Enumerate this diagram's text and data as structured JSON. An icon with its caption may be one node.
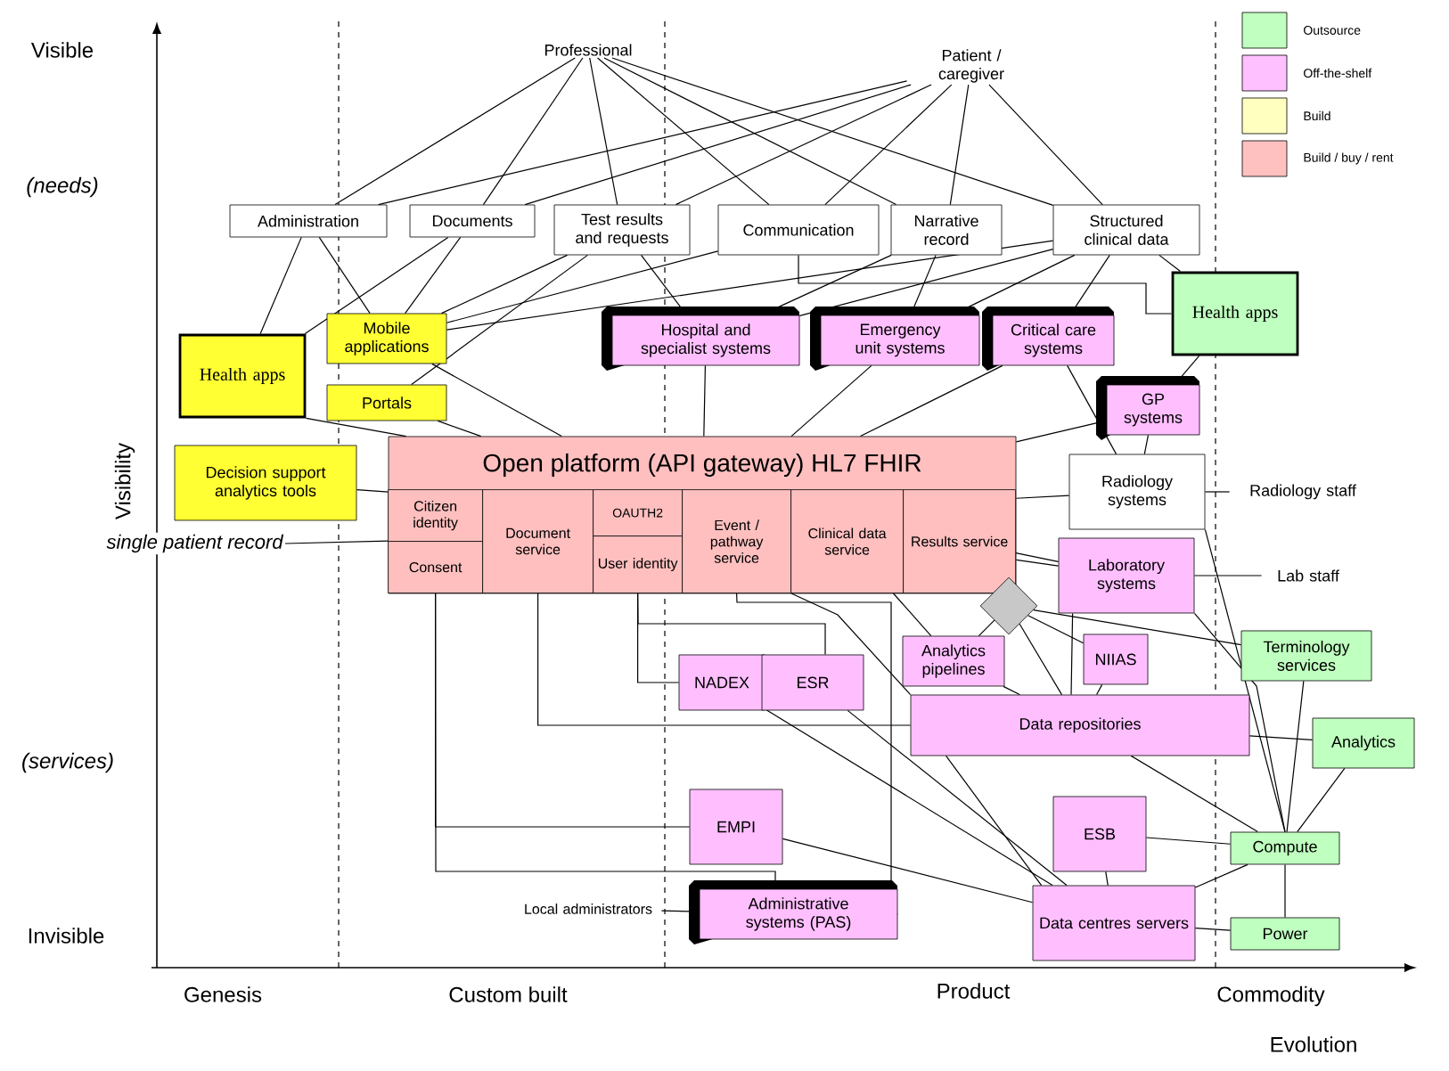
{
  "diagram": {
    "nodes": [
      {
        "text": [
          "Professional"
        ]
      },
      {
        "text": [
          "Patient / caregiver"
        ]
      },
      {
        "text": [
          "Administration"
        ]
      },
      {
        "text": [
          "Documents"
        ]
      },
      {
        "text": [
          "Test results and requests"
        ]
      },
      {
        "text": [
          "Communication"
        ]
      },
      {
        "text": [
          "Narrative record"
        ]
      },
      {
        "text": [
          "Structured clinical data"
        ]
      },
      {
        "text": [
          "Health apps"
        ]
      },
      {
        "text": [
          "Mobile applications"
        ]
      },
      {
        "text": [
          "Portals"
        ]
      },
      {
        "text": [
          "Hospital and specialist systems"
        ]
      },
      {
        "text": [
          "Emergency unit systems"
        ]
      },
      {
        "text": [
          "Critical care systems"
        ]
      },
      {
        "text": [
          "Health apps"
        ]
      },
      {
        "text": [
          "GP systems"
        ]
      },
      {
        "text": [
          "Decision support analytics tools"
        ]
      },
      {
        "text": [
          "Open platform (API gateway) HL7 FHIR"
        ]
      },
      {
        "text": [
          "Citizen identity"
        ],
        "in": 17
      },
      {
        "text": [
          "Consent"
        ],
        "in": 17
      },
      {
        "text": [
          "Document service"
        ],
        "in": 17
      },
      {
        "text": [
          "OAUTH2"
        ],
        "in": 17
      },
      {
        "text": [
          "User identity"
        ],
        "in": 17
      },
      {
        "text": [
          "Event / pathway service"
        ],
        "in": 17
      },
      {
        "text": [
          "Clinical data service"
        ],
        "in": 17
      },
      {
        "text": [
          "Results service"
        ],
        "in": 17
      },
      {
        "text": [
          "Radiology systems"
        ]
      },
      {
        "text": [
          "Radiology staff"
        ]
      },
      {
        "text": [
          "Laboratory systems"
        ]
      },
      {
        "text": [
          "Lab staff"
        ]
      },
      {
        "text": [],
        "shape": "diamond"
      },
      {
        "text": [
          "Analytics pipelines"
        ]
      },
      {
        "text": [
          "NIIAS"
        ]
      },
      {
        "text": [
          "Terminology services"
        ]
      },
      {
        "text": [
          "NADEX"
        ]
      },
      {
        "text": [
          "ESR"
        ]
      },
      {
        "text": [
          "Data repositories"
        ]
      },
      {
        "text": [
          "Analytics"
        ]
      },
      {
        "text": [
          "EMPI"
        ]
      },
      {
        "text": [
          "ESB"
        ]
      },
      {
        "text": [
          "Compute"
        ]
      },
      {
        "text": [
          "Local administrators"
        ]
      },
      {
        "text": [
          "Administrative systems (PAS)"
        ]
      },
      {
        "text": [
          "Data centres servers"
        ]
      },
      {
        "text": [
          "Power"
        ]
      },
      {
        "text": [
          "single patient record"
        ]
      }
    ],
    "edges": [
      {
        "from": 0,
        "to": 2,
        "arrow": "none"
      },
      {
        "from": 0,
        "to": 3,
        "arrow": "none"
      },
      {
        "from": 0,
        "to": 4,
        "arrow": "none"
      },
      {
        "from": 0,
        "to": 5,
        "arrow": "none"
      },
      {
        "from": 0,
        "to": 6,
        "arrow": "none"
      },
      {
        "from": 0,
        "to": 7,
        "arrow": "none"
      },
      {
        "from": 1,
        "to": 2,
        "arrow": "none"
      },
      {
        "from": 1,
        "to": 3,
        "arrow": "none"
      },
      {
        "from": 1,
        "to": 4,
        "arrow": "none"
      },
      {
        "from": 1,
        "to": 5,
        "arrow": "none"
      },
      {
        "from": 1,
        "to": 6,
        "arrow": "none"
      },
      {
        "from": 1,
        "to": 7,
        "arrow": "none"
      },
      {
        "from": 2,
        "to": 8,
        "arrow": "none"
      },
      {
        "from": 2,
        "to": 9,
        "arrow": "none"
      },
      {
        "from": 3,
        "to": 8,
        "arrow": "none"
      },
      {
        "from": 3,
        "to": 9,
        "arrow": "none"
      },
      {
        "from": 4,
        "to": 9,
        "arrow": "none"
      },
      {
        "from": 4,
        "to": 10,
        "arrow": "none"
      },
      {
        "from": 4,
        "to": 11,
        "arrow": "none"
      },
      {
        "from": 5,
        "to": 9,
        "arrow": "none"
      },
      {
        "from": 5,
        "to": 14,
        "arrow": "none"
      },
      {
        "from": 6,
        "to": 11,
        "arrow": "none"
      },
      {
        "from": 6,
        "to": 12,
        "arrow": "none"
      },
      {
        "from": 7,
        "to": 9,
        "arrow": "none"
      },
      {
        "from": 7,
        "to": 11,
        "arrow": "none"
      },
      {
        "from": 7,
        "to": 12,
        "arrow": "none"
      },
      {
        "from": 7,
        "to": 13,
        "arrow": "none"
      },
      {
        "from": 7,
        "to": 14,
        "arrow": "none"
      },
      {
        "from": 8,
        "to": 17,
        "arrow": "none"
      },
      {
        "from": 9,
        "to": 17,
        "arrow": "none"
      },
      {
        "from": 10,
        "to": 17,
        "arrow": "none"
      },
      {
        "from": 11,
        "to": 17,
        "arrow": "none"
      },
      {
        "from": 12,
        "to": 17,
        "arrow": "none"
      },
      {
        "from": 13,
        "to": 17,
        "arrow": "none"
      },
      {
        "from": 14,
        "to": 15,
        "arrow": "none"
      },
      {
        "from": 15,
        "to": 17,
        "arrow": "none"
      },
      {
        "from": 16,
        "to": 17,
        "arrow": "none"
      },
      {
        "from": 15,
        "to": 26,
        "arrow": "none"
      },
      {
        "from": 13,
        "to": 26,
        "arrow": "none"
      },
      {
        "from": 17,
        "to": 26,
        "arrow": "none"
      },
      {
        "from": 17,
        "to": 28,
        "arrow": "none"
      },
      {
        "from": 25,
        "to": 28,
        "arrow": "none"
      },
      {
        "from": 26,
        "to": 27,
        "arrow": "none"
      },
      {
        "from": 28,
        "to": 29,
        "arrow": "none"
      },
      {
        "from": 31,
        "to": 30,
        "arrow": "none"
      },
      {
        "from": 30,
        "to": 32,
        "arrow": "none"
      },
      {
        "from": 30,
        "to": 33,
        "arrow": "none"
      },
      {
        "from": 30,
        "to": 36,
        "arrow": "none"
      },
      {
        "from": 24,
        "to": 31,
        "arrow": "none"
      },
      {
        "from": 22,
        "to": 34,
        "arrow": "none"
      },
      {
        "from": 22,
        "to": 35,
        "arrow": "none"
      },
      {
        "from": 20,
        "to": 36,
        "arrow": "none"
      },
      {
        "from": 19,
        "to": 38,
        "arrow": "none"
      },
      {
        "from": 19,
        "to": 42,
        "arrow": "none"
      },
      {
        "from": 23,
        "to": 42,
        "arrow": "none"
      },
      {
        "from": 23,
        "to": 36,
        "arrow": "none"
      },
      {
        "from": 41,
        "to": 42,
        "arrow": "none"
      },
      {
        "from": 45,
        "to": 19,
        "arrow": "none"
      },
      {
        "from": 34,
        "to": 43,
        "arrow": "none"
      },
      {
        "from": 35,
        "to": 43,
        "arrow": "none"
      },
      {
        "from": 38,
        "to": 43,
        "arrow": "none"
      },
      {
        "from": 31,
        "to": 36,
        "arrow": "none"
      },
      {
        "from": 32,
        "to": 36,
        "arrow": "none"
      },
      {
        "from": 36,
        "to": 37,
        "arrow": "none"
      },
      {
        "from": 36,
        "to": 40,
        "arrow": "none"
      },
      {
        "from": 36,
        "to": 43,
        "arrow": "none"
      },
      {
        "from": 39,
        "to": 40,
        "arrow": "none"
      },
      {
        "from": 39,
        "to": 43,
        "arrow": "none"
      },
      {
        "from": 43,
        "to": 40,
        "arrow": "none"
      },
      {
        "from": 43,
        "to": 44,
        "arrow": "none"
      },
      {
        "from": 40,
        "to": 44,
        "arrow": "none"
      },
      {
        "from": 33,
        "to": 40,
        "arrow": "none"
      },
      {
        "from": 37,
        "to": 40,
        "arrow": "none"
      },
      {
        "from": 26,
        "to": 40,
        "arrow": "none"
      },
      {
        "from": 28,
        "to": 40,
        "arrow": "none"
      },
      {
        "from": 28,
        "to": 36,
        "arrow": "none"
      }
    ],
    "labels": [
      "Visible",
      "(needs)",
      "Visibility",
      "(services)",
      "Invisible",
      "Genesis",
      "Custom built",
      "Product",
      "Commodity",
      "Evolution"
    ],
    "legend": [
      {
        "text": "Outsource",
        "color": "#c0ffc0"
      },
      {
        "text": "Off-the-shelf",
        "color": "#ffc0ff"
      },
      {
        "text": "Build",
        "color": "#ffffc0"
      },
      {
        "text": "Build / buy / rent",
        "color": "#ffc0c0"
      }
    ]
  }
}
